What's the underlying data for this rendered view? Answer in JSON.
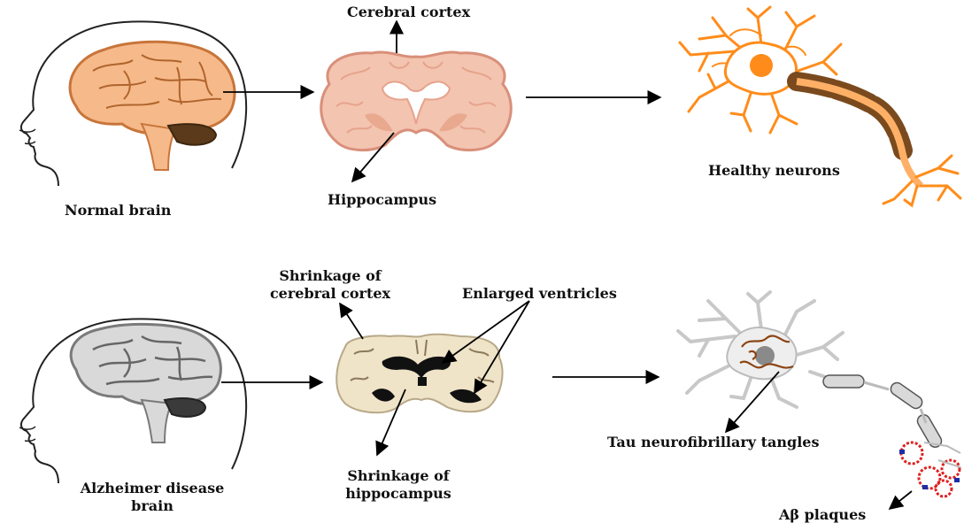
{
  "labels": {
    "cerebral_cortex": "Cerebral cortex",
    "hippocampus": "Hippocampus",
    "normal_brain": "Normal brain",
    "healthy_neurons": "Healthy neurons",
    "shrinkage_cortex_line1": "Shrinkage of",
    "shrinkage_cortex_line2": "cerebral cortex",
    "enlarged_ventricles": "Enlarged ventricles",
    "shrinkage_hippo_line1": "Shrinkage of",
    "shrinkage_hippo_line2": "hippocampus",
    "alz_line1": "Alzheimer disease",
    "alz_line2": "brain",
    "tau": "Tau neurofibrillary tangles",
    "abeta": "Aβ plaques"
  },
  "colors": {
    "healthy_brain": "#f6b98a",
    "healthy_brain_stroke": "#c8753a",
    "healthy_slice": "#f3c4b0",
    "healthy_slice_stroke": "#d98f7a",
    "neuron_orange": "#ff8c1a",
    "myelin_brown": "#7a4a1e",
    "alz_brain": "#d9d9d9",
    "alz_brain_stroke": "#7a7a7a",
    "alz_slice": "#efe3c8",
    "ventricle": "#111111",
    "tau_brown": "#8b4513",
    "plaque_red": "#e02020",
    "plaque_blue": "#1a2ea8"
  }
}
